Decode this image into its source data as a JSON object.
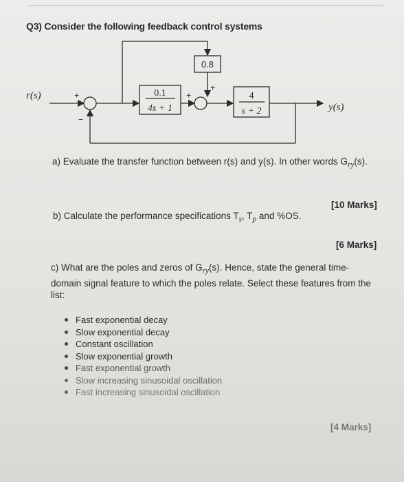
{
  "heading": "Q3) Consider the following feedback control systems",
  "diagram": {
    "input_label": "r(s)",
    "output_label": "y(s)",
    "sum1_sign_top": "+",
    "sum1_sign_bottom": "−",
    "sum2_sign_left": "+",
    "sum2_sign_top": "+",
    "block1_num": "0.1",
    "block1_den": "4s + 1",
    "block2_num": "4",
    "block2_den": "s + 2",
    "feed_gain": "0.8"
  },
  "part_a": {
    "text": "a) Evaluate the transfer function between r(s) and y(s). In other words G",
    "sub": "ry",
    "tail": "(s)."
  },
  "part_b": {
    "text": "b) Calculate the performance specifications T",
    "s_sub": "s",
    "mid": ", T",
    "p_sub": "p",
    "tail": " and %OS."
  },
  "part_c": {
    "text1": "c) What are the poles and zeros of G",
    "sub": "ry",
    "text2": "(s). Hence, state the general time-domain signal feature to which the poles relate. Select these features from the list:"
  },
  "marks": {
    "a": "[10 Marks]",
    "b": "[6 Marks]",
    "c": "[4 Marks]"
  },
  "options": [
    "Fast exponential decay",
    "Slow exponential decay",
    "Constant oscillation",
    "Slow exponential growth",
    "Fast exponential growth",
    "Slow increasing sinusoidal oscillation",
    "Fast increasing sinusoidal oscillation"
  ]
}
